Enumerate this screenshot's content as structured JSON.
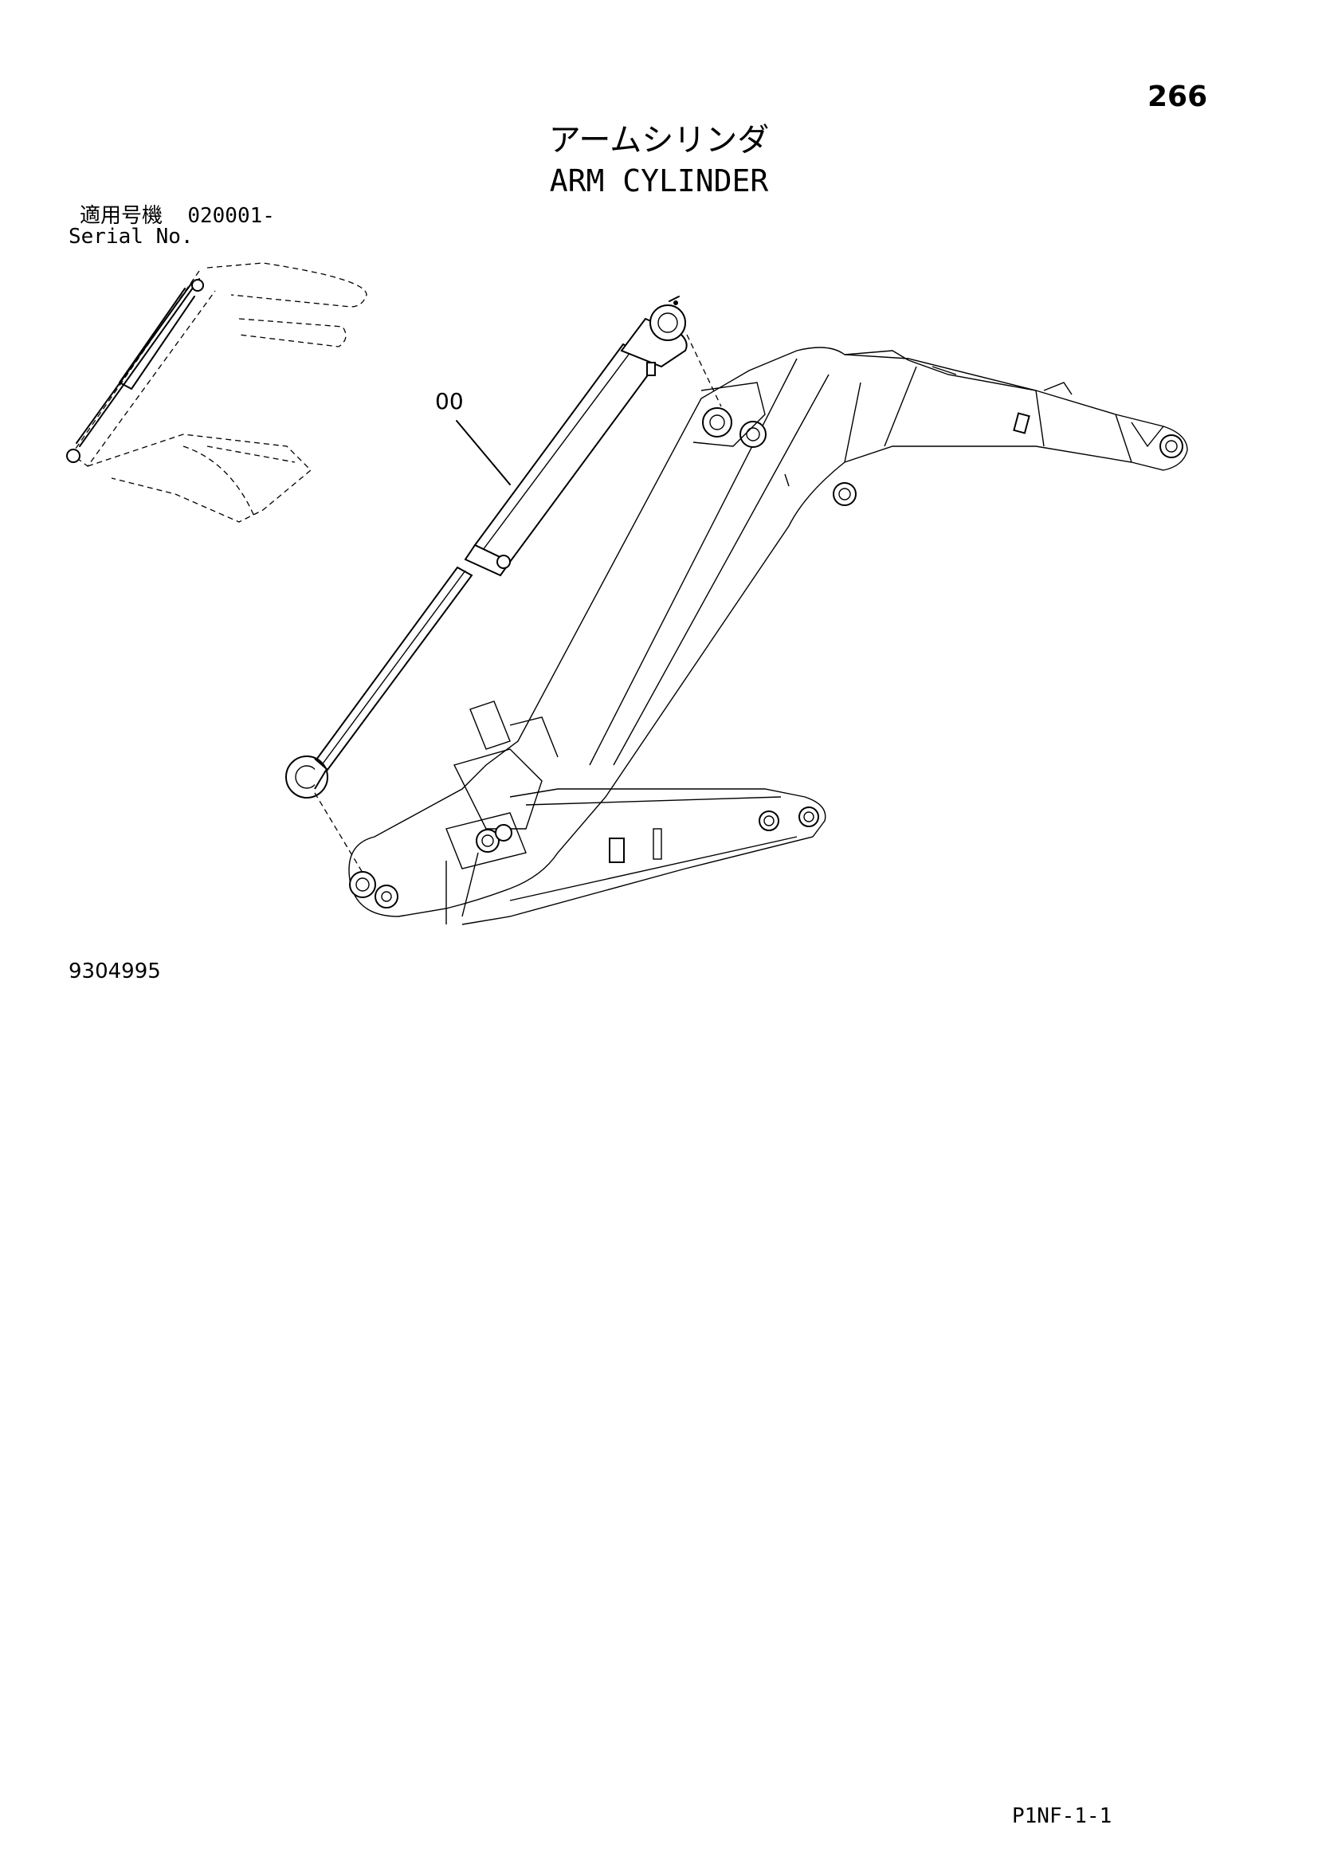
{
  "page": {
    "number": "266",
    "title_jp": "アームシリンダ",
    "title_en": "ARM CYLINDER",
    "serial_label_jp": "適用号機",
    "serial_value": "020001-",
    "serial_label_en": "Serial No.",
    "drawing_number": "9304995",
    "page_code": "P1NF-1-1"
  },
  "diagram": {
    "callouts": [
      {
        "label": "00",
        "part": "arm-cylinder"
      }
    ]
  }
}
